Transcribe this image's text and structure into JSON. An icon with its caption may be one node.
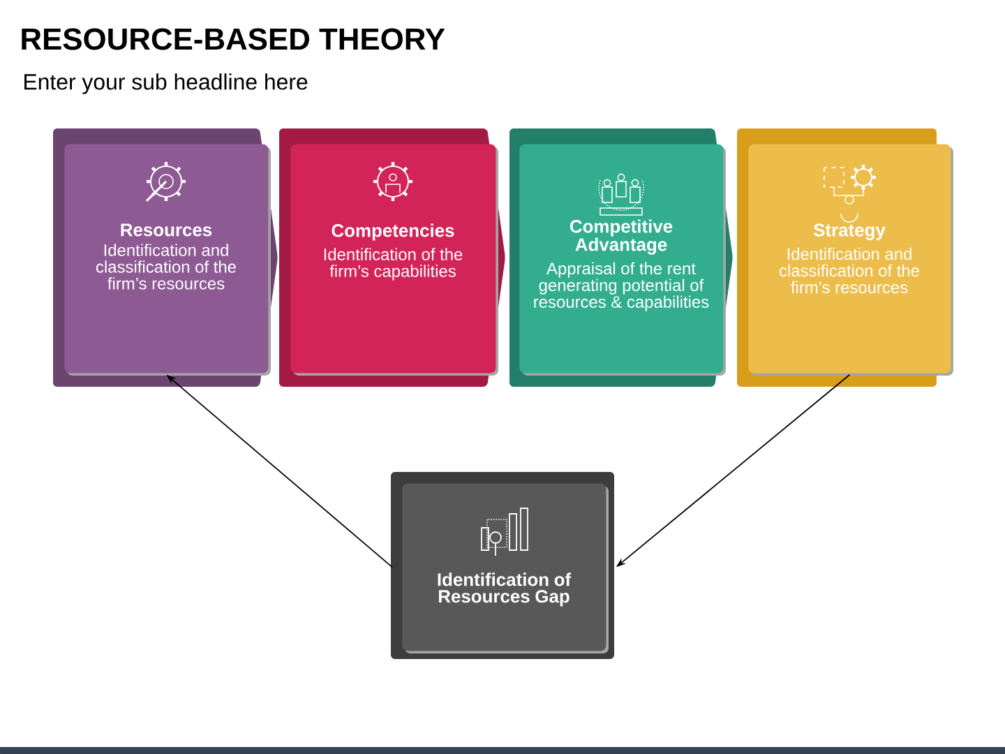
{
  "diagram": {
    "title": "RESOURCE-BASED THEORY",
    "nodes": [
      {
        "text": [
          "Resources",
          "Identification and classification of the firm’s resources"
        ]
      },
      {
        "text": [
          "Competencies",
          "Identification of the firm’s capabilities"
        ]
      },
      {
        "text": [
          "Competitive Advantage",
          "Appraisal of the rent generating potential of resources & capabilities"
        ]
      },
      {
        "text": [
          "Strategy",
          "Identification and classification of the firm’s resources"
        ]
      },
      {
        "text": [
          "Identification of Resources Gap"
        ]
      }
    ],
    "edges": [
      {
        "from": 3,
        "to": 4,
        "arrow": "to"
      },
      {
        "from": 4,
        "to": 0,
        "arrow": "to"
      }
    ],
    "labels": [
      "Enter your sub headline here"
    ]
  }
}
